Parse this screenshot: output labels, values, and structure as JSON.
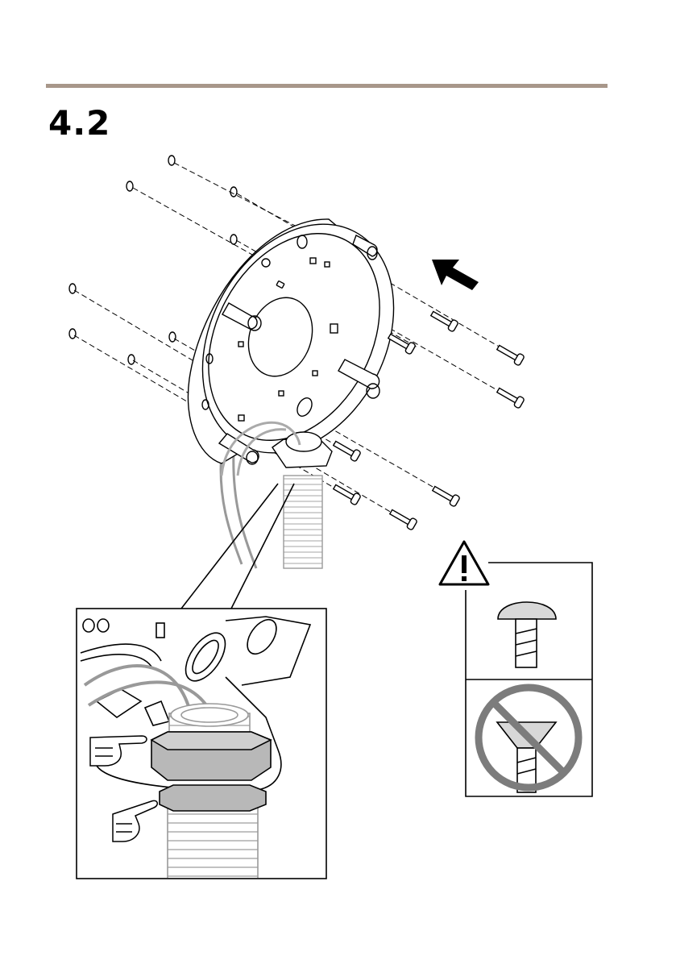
{
  "page": {
    "step_number": "4.2",
    "rule_color": "#a8978a"
  },
  "illustration": {
    "main": "mounting-bracket-installation",
    "arrow": "push-direction-arrow",
    "detail": "conduit-nut-detail",
    "warning": {
      "icon": "warning-triangle-icon",
      "allowed": "round-head-screw-icon",
      "forbidden": "countersunk-screw-prohibited-icon"
    }
  },
  "icons": [
    "warning-triangle-icon",
    "pointing-hand-icon",
    "prohibited-icon",
    "arrow-icon"
  ]
}
